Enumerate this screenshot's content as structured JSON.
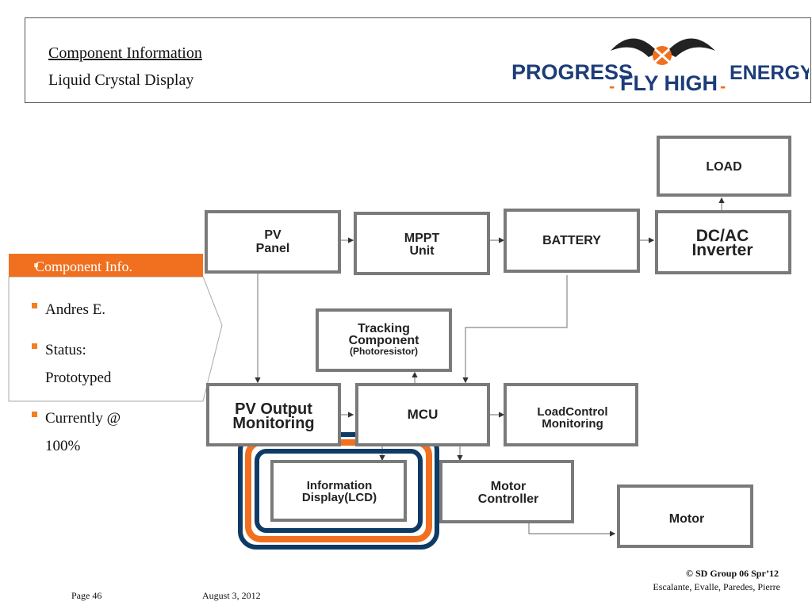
{
  "header": {
    "title": "Component Information",
    "subtitle": "Liquid Crystal Display"
  },
  "logo": {
    "left_word": "PROGRESS",
    "middle_word": "FLY HIGH",
    "right_word": "ENERGY",
    "dash": "-"
  },
  "side": {
    "heading": "Component Info.",
    "bullets": [
      "Andres E.",
      "Status:",
      "Prototyped",
      "Currently @",
      "100%"
    ]
  },
  "diagram": {
    "blocks": {
      "load": "LOAD",
      "pv_panel": [
        "PV",
        "Panel"
      ],
      "mppt": [
        "MPPT",
        "Unit"
      ],
      "battery": "BATTERY",
      "inverter": [
        "DC/AC",
        "Inverter"
      ],
      "tracking": [
        "Tracking",
        "Component",
        "(Photoresistor)"
      ],
      "pv_output": [
        "PV Output",
        "Monitoring"
      ],
      "mcu": "MCU",
      "load_control": [
        "LoadControl",
        "Monitoring"
      ],
      "lcd": [
        "Information",
        "Display(LCD)"
      ],
      "motor_controller": [
        "Motor",
        "Controller"
      ],
      "motor": "Motor"
    }
  },
  "footer": {
    "page": "Page 46",
    "date": "August 3, 2012",
    "copyright": "© SD Group 06 Spr’12",
    "authors": "Escalante, Evalle, Paredes, Pierre"
  },
  "colors": {
    "accent_orange": "#f07020",
    "navy": "#0e3a66",
    "block_border": "#7a7a7a"
  }
}
